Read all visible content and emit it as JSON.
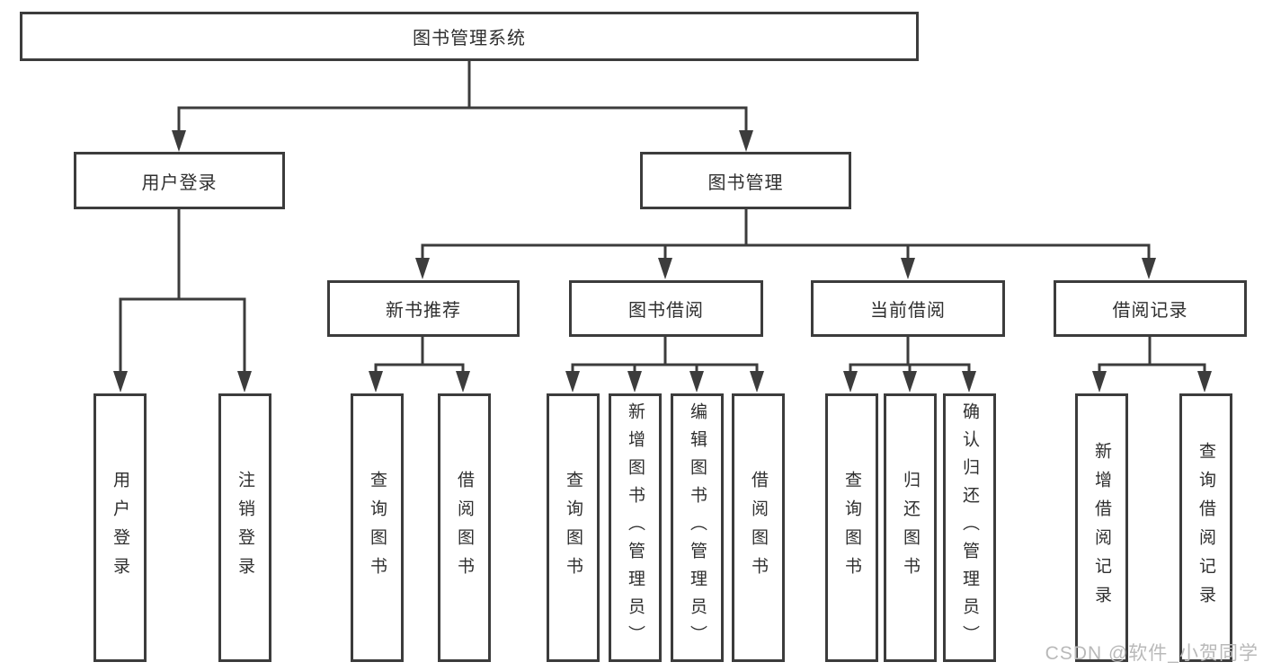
{
  "diagram": {
    "root": "图书管理系统",
    "user_login": {
      "label": "用户登录",
      "children": [
        "用户登录",
        "注销登录"
      ]
    },
    "book_mgmt": {
      "label": "图书管理",
      "sections": [
        {
          "label": "新书推荐",
          "children": [
            "查询图书",
            "借阅图书"
          ]
        },
        {
          "label": "图书借阅",
          "children": [
            "查询图书",
            "新增图书（管理员）",
            "编辑图书（管理员）",
            "借阅图书"
          ]
        },
        {
          "label": "当前借阅",
          "children": [
            "查询图书",
            "归还图书",
            "确认归还（管理员）"
          ]
        },
        {
          "label": "借阅记录",
          "children": [
            "新增借阅记录",
            "查询借阅记录"
          ]
        }
      ]
    }
  },
  "watermark": "CSDN @软件_小贺同学",
  "colors": {
    "line": "#3c3c3c",
    "text": "#2f2f2f",
    "watermark": "#b9b9b9",
    "background": "#ffffff"
  }
}
